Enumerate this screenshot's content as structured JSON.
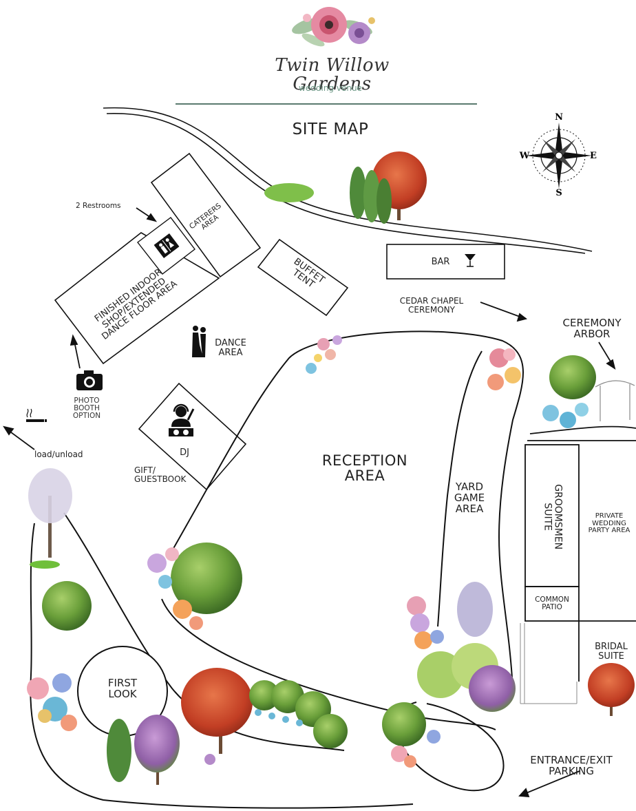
{
  "header": {
    "venue_name": "Twin Willow Gardens",
    "venue_subtitle": "wedding venue",
    "map_title": "SITE MAP"
  },
  "compass": {
    "n": "N",
    "s": "S",
    "e": "E",
    "w": "W"
  },
  "labels": {
    "restrooms": "2 Restrooms",
    "caterers": "CATERERS\nAREA",
    "buffet": "BUFFET\nTENT",
    "bar": "BAR",
    "indoor_shop": "FINISHED INDOOR\nSHOP/EXTENDED\nDANCE FLOOR AREA",
    "dance_area": "DANCE\nAREA",
    "photo_booth": "PHOTO\nBOOTH\nOPTION",
    "load_unload": "load/unload",
    "dj": "DJ",
    "gift_guestbook": "GIFT/\nGUESTBOOK",
    "cedar_chapel": "CEDAR CHAPEL\nCEREMONY",
    "ceremony_arbor": "CEREMONY\nARBOR",
    "reception_area": "RECEPTION\nAREA",
    "yard_game_area": "YARD\nGAME\nAREA",
    "groomsmen_suite": "GROOMSMEN\nSUITE",
    "private_party": "PRIVATE\nWEDDING\nPARTY AREA",
    "common_patio": "COMMON\nPATIO",
    "bridal_suite": "BRIDAL\nSUITE",
    "first_look": "FIRST\nLOOK",
    "entrance_parking": "ENTRANCE/EXIT\nPARKING"
  },
  "icons": [
    "flower-logo-icon",
    "compass-rose-icon",
    "restroom-icon",
    "cocktail-glass-icon",
    "dancing-couple-icon",
    "camera-icon",
    "smoking-icon",
    "dj-icon",
    "tree-icon",
    "bush-icon",
    "flower-cluster-icon",
    "arrow-icon"
  ],
  "colors": {
    "line": "#111111",
    "rule": "#5a7a6e",
    "accent": "#7aa596",
    "flower_pink": "#e07a8f",
    "flower_blue": "#6ab7d6",
    "foliage": "#5f9a3c",
    "maple": "#c8452a"
  }
}
